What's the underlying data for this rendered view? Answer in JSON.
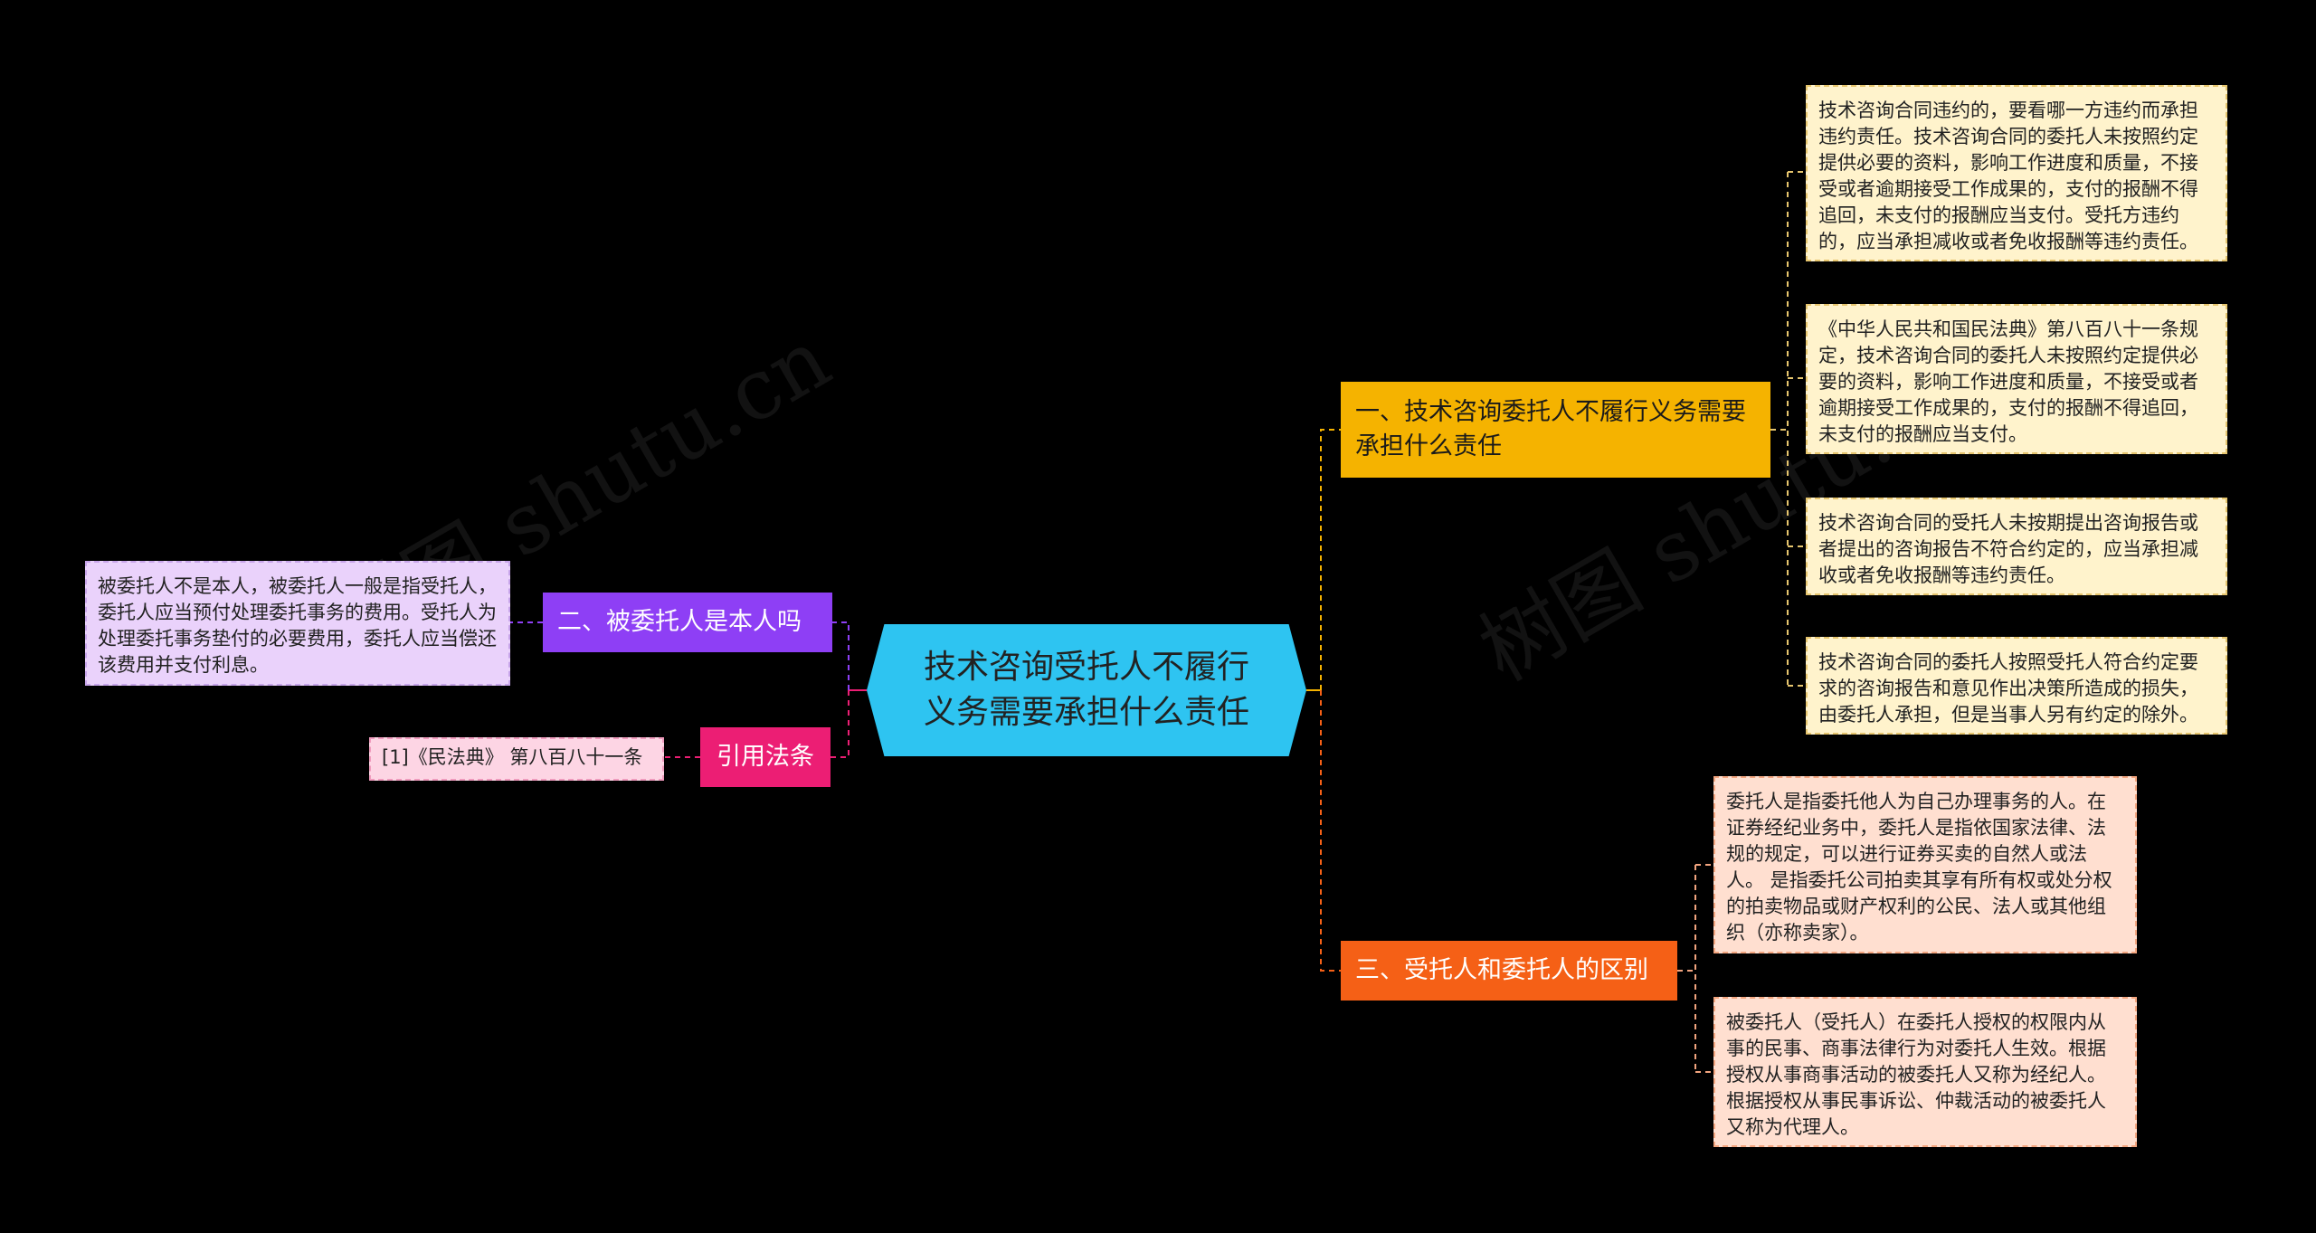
{
  "watermark_text": "树图 shutu.cn",
  "center": {
    "label": "技术咨询受托人不履行义务需要承担什么责任"
  },
  "branches": {
    "b1": "一、技术咨询委托人不履行义务需要承担什么责任",
    "b2": "二、被委托人是本人吗",
    "b3": "引用法条",
    "b4": "三、受托人和委托人的区别"
  },
  "leaves": {
    "l1": "技术咨询合同违约的，要看哪一方违约而承担违约责任。技术咨询合同的委托人未按照约定提供必要的资料，影响工作进度和质量，不接受或者逾期接受工作成果的，支付的报酬不得追回，未支付的报酬应当支付。受托方违约的，应当承担减收或者免收报酬等违约责任。",
    "l2": "《中华人民共和国民法典》第八百八十一条规定，技术咨询合同的委托人未按照约定提供必要的资料，影响工作进度和质量，不接受或者逾期接受工作成果的，支付的报酬不得追回，未支付的报酬应当支付。",
    "l3": "技术咨询合同的受托人未按期提出咨询报告或者提出的咨询报告不符合约定的，应当承担减收或者免收报酬等违约责任。",
    "l4": "技术咨询合同的委托人按照受托人符合约定要求的咨询报告和意见作出决策所造成的损失，由委托人承担，但是当事人另有约定的除外。",
    "l5": "被委托人不是本人，被委托人一般是指受托人，委托人应当预付处理委托事务的费用。受托人为处理委托事务垫付的必要费用，委托人应当偿还该费用并支付利息。",
    "l6": "[1]《民法典》 第八百八十一条",
    "l7": "委托人是指委托他人为自己办理事务的人。在证券经纪业务中，委托人是指依国家法律、法规的规定，可以进行证券买卖的自然人或法人。 是指委托公司拍卖其享有所有权或处分权的拍卖物品或财产权利的公民、法人或其他组织（亦称卖家）。",
    "l8": "被委托人（受托人）在委托人授权的权限内从事的民事、商事法律行为对委托人生效。根据授权从事商事活动的被委托人又称为经纪人。根据授权从事民事诉讼、仲裁活动的被委托人又称为代理人。"
  },
  "colors": {
    "background": "#000000",
    "center": "#2ec4f1",
    "branch1": "#f5b300",
    "branch2": "#8e3ff5",
    "branch3": "#ec1e74",
    "branch4": "#f56016"
  }
}
